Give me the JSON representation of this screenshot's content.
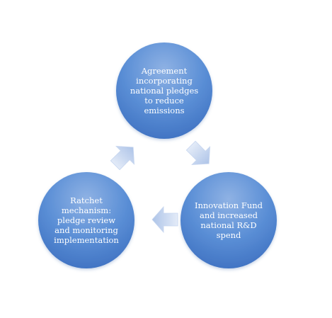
{
  "diagram": {
    "type": "cycle",
    "nodes": [
      {
        "id": "agreement",
        "label": "Agreement\nincorporating\nnational pledges\nto reduce\nemissions"
      },
      {
        "id": "innovation",
        "label": "Innovation Fund\nand increased\nnational R&D\nspend"
      },
      {
        "id": "ratchet",
        "label": "Ratchet\nmechanism:\npledge review\nand monitoring\nimplementation"
      }
    ],
    "edges": [
      {
        "from": "agreement",
        "to": "innovation"
      },
      {
        "from": "innovation",
        "to": "ratchet"
      },
      {
        "from": "ratchet",
        "to": "agreement"
      }
    ],
    "colors": {
      "circle_light": "#8fb2e4",
      "circle_mid": "#5b8fd6",
      "circle_dark": "#3f72c2",
      "arrow_light": "#e3ebf8",
      "arrow_dark": "#aec4e8"
    }
  }
}
